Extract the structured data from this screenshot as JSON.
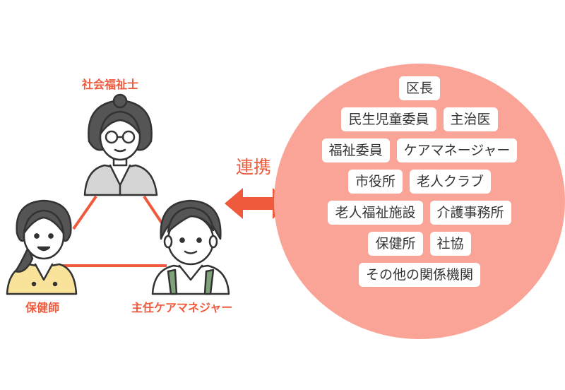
{
  "roles": {
    "social_worker": "社会福祉士",
    "public_health_nurse": "保健師",
    "care_manager": "主任ケアマネジャー"
  },
  "link_label": "連携",
  "organization_rows": [
    [
      "区長"
    ],
    [
      "民生児童委員",
      "主治医"
    ],
    [
      "福祉委員",
      "ケアマネージャー"
    ],
    [
      "市役所",
      "老人クラブ"
    ],
    [
      "老人福祉施設",
      "介護事務所"
    ],
    [
      "保健所",
      "社協"
    ],
    [
      "その他の関係機関"
    ]
  ],
  "colors": {
    "accent": "#ef5a3c",
    "circle": "#faa497",
    "connector": "#ef5a3c",
    "outline": "#333333",
    "hair": "#555555",
    "skin": "#ffffff"
  }
}
